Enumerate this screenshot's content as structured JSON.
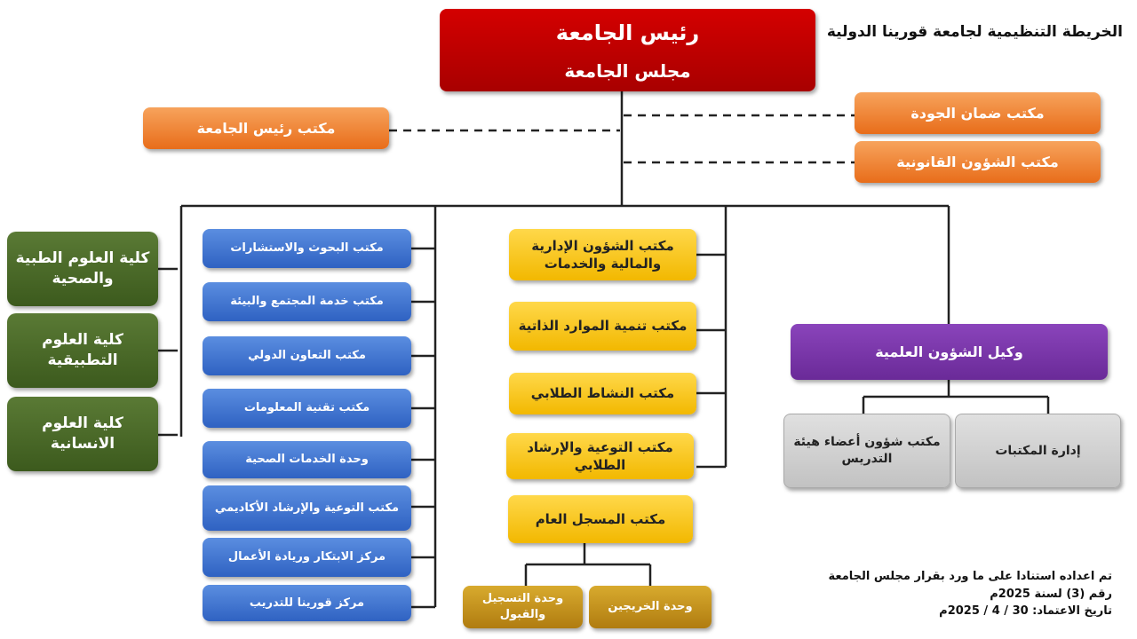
{
  "title": "الخريطة التنظيمية لجامعة قورينا الدولية",
  "top": {
    "president": "رئيس الجامعة",
    "council": "مجلس الجامعة"
  },
  "staff": {
    "quality": "مكتب ضمان الجودة",
    "legal": "مكتب الشؤون القانونية",
    "president_office": "مكتب رئيس الجامعة"
  },
  "colleges": [
    "كلية العلوم الطبية والصحية",
    "كلية العلوم التطبيقية",
    "كلية العلوم الانسانية"
  ],
  "blue_units": [
    "مكتب البحوث والاستشارات",
    "مكتب خدمة المجتمع والبيئة",
    "مكتب التعاون الدولي",
    "مكتب تقنية المعلومات",
    "وحدة الخدمات الصحية",
    "مكتب التوعية والإرشاد الأكاديمي",
    "مركز الابتكار وريادة الأعمال",
    "مركز قورينا للتدريب"
  ],
  "gold_units": [
    "مكتب الشؤون الإدارية والمالية والخدمات",
    "مكتب تنمية الموارد الذاتية",
    "مكتب النشاط الطلابي",
    "مكتب التوعية والإرشاد الطلابي"
  ],
  "registrar": {
    "office": "مكتب المسجل العام",
    "admission": "وحدة التسجيل والقبول",
    "graduates": "وحدة الخريجين"
  },
  "scientific": {
    "vice": "وكيل الشؤون العلمية",
    "faculty": "مكتب شؤون أعضاء هيئة التدريس",
    "libraries": "إدارة المكتبات"
  },
  "note": {
    "line1": "تم اعداده استنادا على ما ورد بقرار مجلس الجامعة",
    "line2": "رقم (3) لسنة 2025م",
    "line3": "تاريخ الاعتماد: 30 / 4 / 2025م"
  },
  "colors": {
    "red": "#c00000",
    "orange": "#ed7d31",
    "green": "#476b26",
    "blue": "#3f70d0",
    "gold": "#ffc000",
    "brown": "#bf8f00",
    "purple": "#7030a0",
    "gray": "#d0d0d0"
  }
}
